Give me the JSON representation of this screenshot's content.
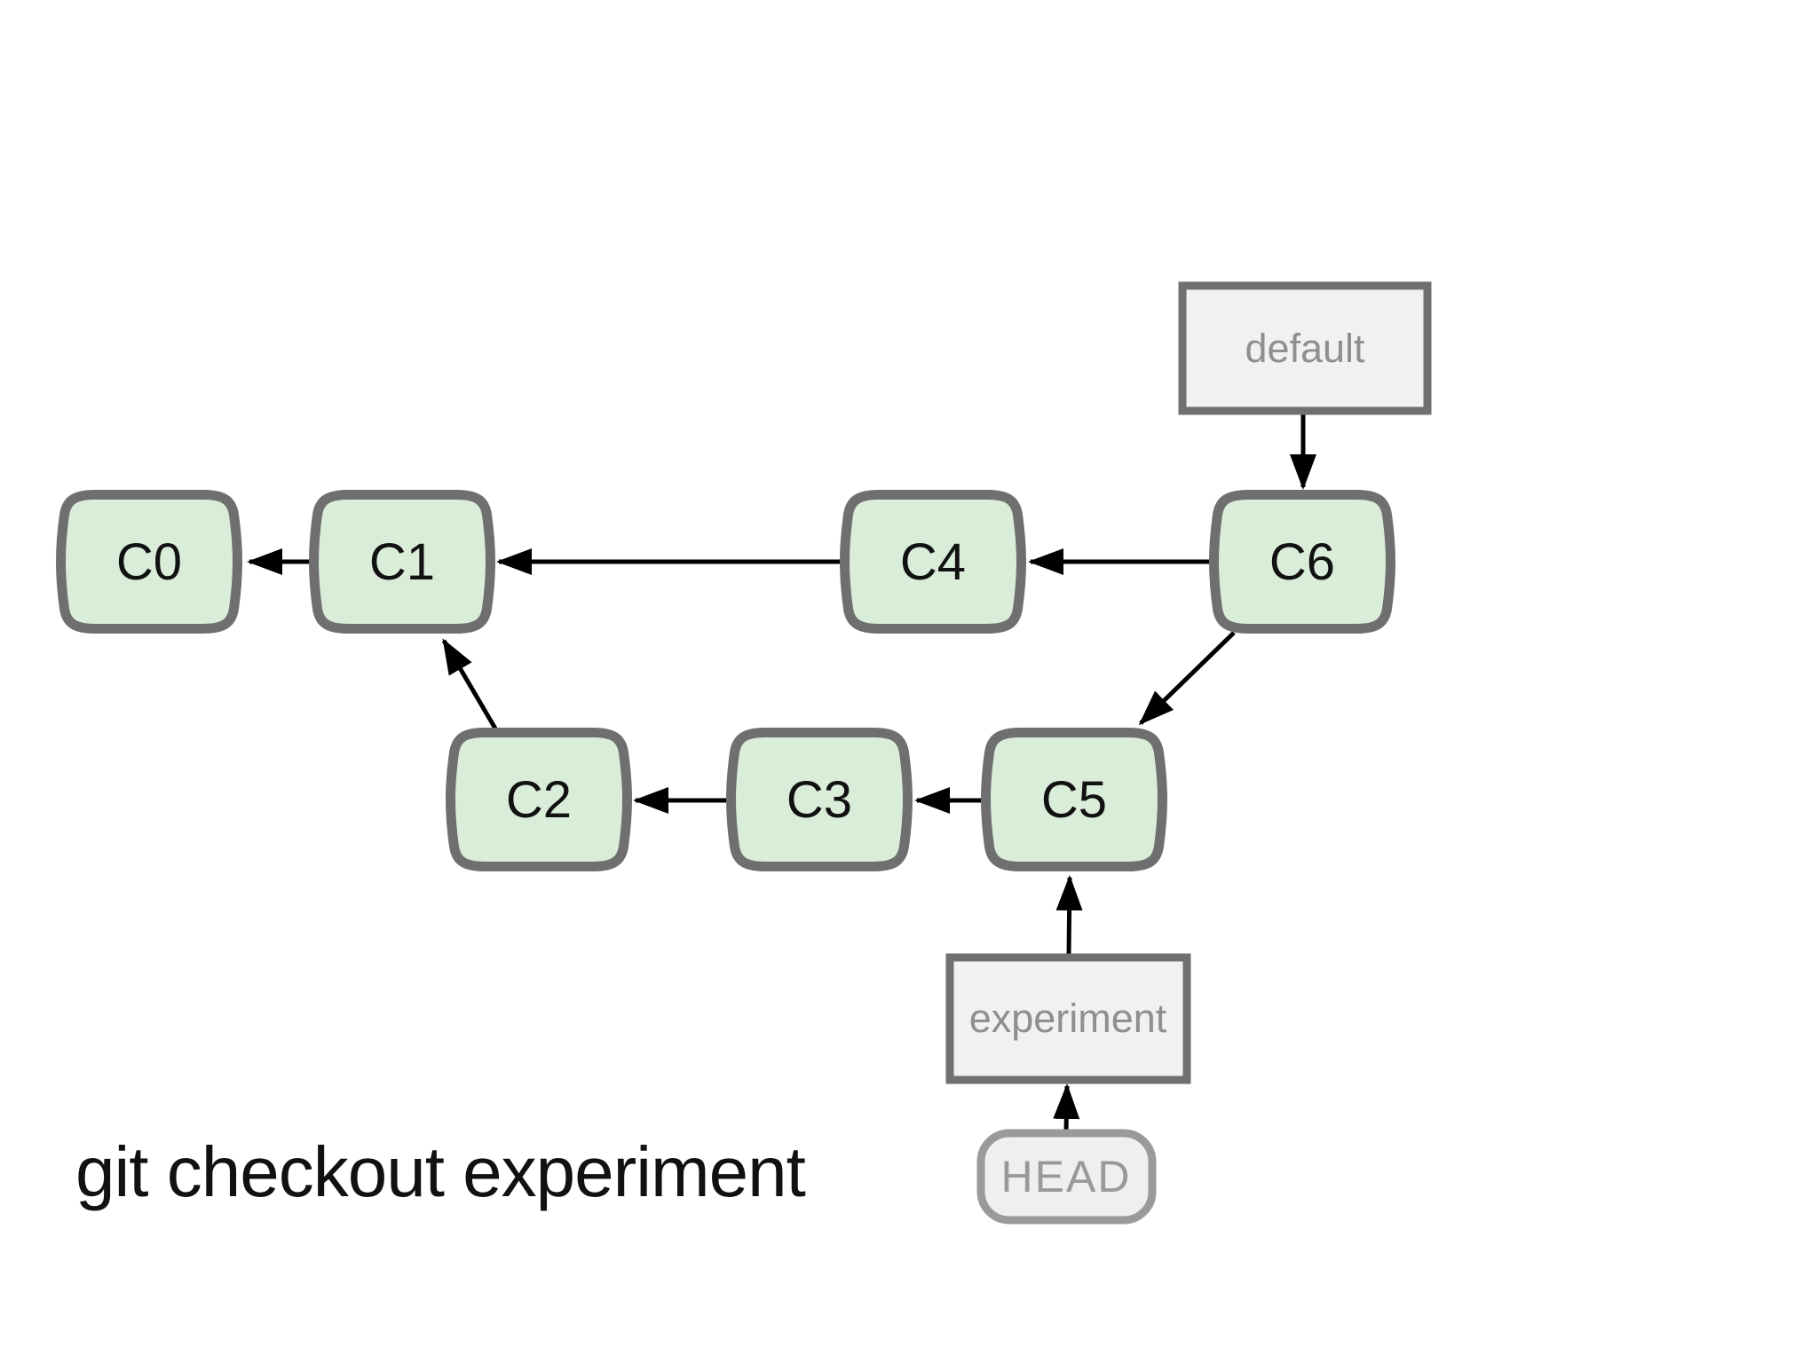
{
  "caption": "git checkout experiment",
  "commits": [
    {
      "label": "C0"
    },
    {
      "label": "C1"
    },
    {
      "label": "C2"
    },
    {
      "label": "C3"
    },
    {
      "label": "C4"
    },
    {
      "label": "C5"
    },
    {
      "label": "C6"
    }
  ],
  "refs": {
    "branch_default": "default",
    "branch_experiment": "experiment",
    "head": "HEAD"
  },
  "edges": [
    {
      "from": "C1",
      "to": "C0"
    },
    {
      "from": "C4",
      "to": "C1"
    },
    {
      "from": "C6",
      "to": "C4"
    },
    {
      "from": "C2",
      "to": "C1"
    },
    {
      "from": "C3",
      "to": "C2"
    },
    {
      "from": "C5",
      "to": "C3"
    },
    {
      "from": "C6",
      "to": "C5"
    },
    {
      "from": "default",
      "to": "C6"
    },
    {
      "from": "experiment",
      "to": "C5"
    },
    {
      "from": "HEAD",
      "to": "experiment"
    }
  ],
  "colors": {
    "background": "#ffffff",
    "commit_fill": "#d9edd9",
    "commit_border": "#6f6f6f",
    "commit_text": "#111111",
    "branch_box_fill": "#f1f1f1",
    "branch_box_border": "#707070",
    "branch_text": "#8f8f8f",
    "head_box_fill": "#efeff0",
    "head_box_border": "#9a9a9a",
    "head_text": "#999999",
    "arrow": "#000000",
    "caption_text": "#111111"
  }
}
